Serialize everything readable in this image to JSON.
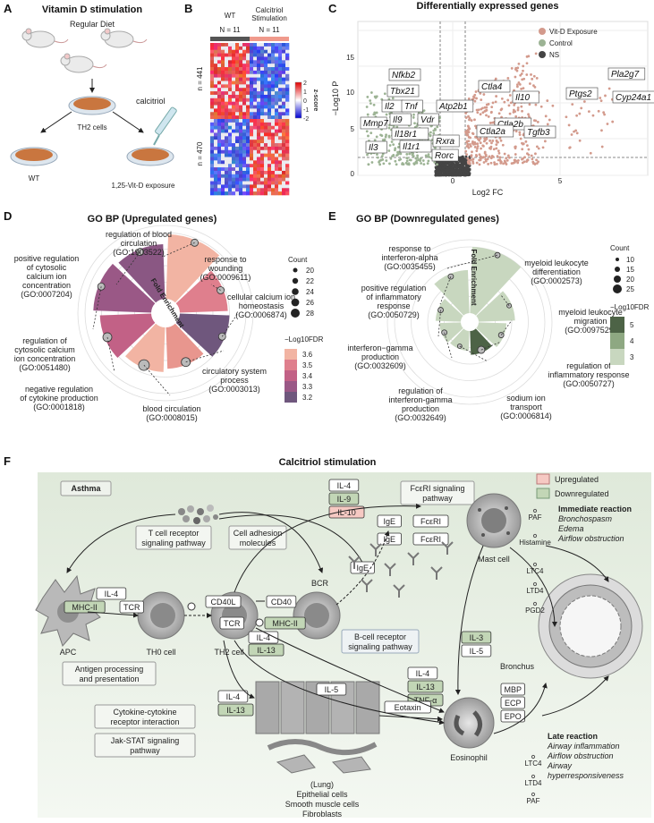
{
  "panel_letters": [
    "A",
    "B",
    "C",
    "D",
    "E",
    "F"
  ],
  "panelA": {
    "title": "Vitamin D stimulation",
    "diet": "Regular Diet",
    "cells": "TH2 cells",
    "calcitriol": "calcitriol",
    "wt": "WT",
    "exposure": "1,25-Vit-D exposure"
  },
  "panelB": {
    "col_wt": "WT",
    "col_stim_1": "Calcitriol",
    "col_stim_2": "Stimulation",
    "n_wt": "N = 11",
    "n_stim": "N = 11",
    "rows_top": "n = 441",
    "rows_bottom": "n = 470",
    "scale_label": "z-score",
    "scale_ticks": [
      "2",
      "1",
      "0",
      "-1",
      "-2"
    ]
  },
  "panelC": {
    "title": "Differentially expressed genes",
    "xlabel": "Log2 FC",
    "ylabel": "−Log10 P",
    "legend": [
      {
        "label": "Vit-D Exposure",
        "color": "#d39a8c"
      },
      {
        "label": "Control",
        "color": "#9cb394"
      },
      {
        "label": "NS",
        "color": "#444444"
      }
    ],
    "xticks": [
      "0",
      "5"
    ],
    "yticks": [
      "0",
      "5",
      "10",
      "15"
    ],
    "genes": [
      "Nfkb2",
      "Tbx21",
      "Il2",
      "Tnf",
      "Atp2b1",
      "Mmp7",
      "Il9",
      "Vdr",
      "Il18r1",
      "Il3",
      "Il1r1",
      "Rxra",
      "Rorc",
      "Ctla4",
      "Il10",
      "Ctla2b",
      "Ctla2a",
      "Tgfb3",
      "Ptgs2",
      "Pla2g7",
      "Cyp24a1"
    ]
  },
  "panelD": {
    "title": "GO BP (Upregulated genes)",
    "axis_label": "Fold Enrichment",
    "axis_ticks": [
      "1",
      "2",
      "3",
      "4"
    ],
    "count_title": "Count",
    "count_values": [
      "20",
      "22",
      "24",
      "26",
      "28"
    ],
    "fdr_title": "−Log10FDR",
    "fdr_values": [
      "3.6",
      "3.5",
      "3.4",
      "3.3",
      "3.2"
    ],
    "fdr_colors": [
      "#f2b4a3",
      "#df7f8d",
      "#c26186",
      "#9a5886",
      "#6f577d"
    ],
    "terms": [
      {
        "l1": "regulation of blood",
        "l2": "circulation",
        "l3": "(GO:1903522)"
      },
      {
        "l1": "response to",
        "l2": "wounding",
        "l3": "(GO:0009611)"
      },
      {
        "l1": "cellular calcium ion",
        "l2": "homeostasis",
        "l3": "(GO:0006874)"
      },
      {
        "l1": "circulatory system",
        "l2": "process",
        "l3": "(GO:0003013)"
      },
      {
        "l1": "blood circulation",
        "l2": "(GO:0008015)",
        "l3": ""
      },
      {
        "l1": "negative regulation",
        "l2": "of cytokine production",
        "l3": "(GO:0001818)"
      },
      {
        "l1": "regulation of",
        "l2": "cytosolic calcium",
        "l3": "ion concentration",
        "l4": "(GO:0051480)"
      },
      {
        "l1": "positive regulation",
        "l2": "of cytosolic",
        "l3": "calcium ion",
        "l4": "concentration",
        "l5": "(GO:0007204)"
      }
    ]
  },
  "panelE": {
    "title": "GO BP (Downregulated genes)",
    "axis_label": "Fold Enrichment",
    "axis_ticks": [
      "2",
      "4",
      "6",
      "8",
      "10"
    ],
    "count_title": "Count",
    "count_values": [
      "10",
      "15",
      "20",
      "25"
    ],
    "fdr_title": "−Log10FDR",
    "fdr_values": [
      "5",
      "4",
      "3"
    ],
    "fdr_colors": [
      "#4d6346",
      "#8ea882",
      "#c8d7bf"
    ],
    "terms": [
      {
        "l1": "response to",
        "l2": "interferon-alpha",
        "l3": "(GO:0035455)"
      },
      {
        "l1": "myeloid leukocyte",
        "l2": "differentiation",
        "l3": "(GO:0002573)"
      },
      {
        "l1": "myeloid leukocyte",
        "l2": "migration",
        "l3": "(GO:0097529)"
      },
      {
        "l1": "regulation of",
        "l2": "inflammatory response",
        "l3": "(GO:0050727)"
      },
      {
        "l1": "sodium ion",
        "l2": "transport",
        "l3": "(GO:0006814)"
      },
      {
        "l1": "regulation of",
        "l2": "interferon-gamma",
        "l3": "production",
        "l4": "(GO:0032649)"
      },
      {
        "l1": "interferon−gamma",
        "l2": "production",
        "l3": "(GO:0032609)"
      },
      {
        "l1": "positive regulation",
        "l2": "of inflammatory",
        "l3": "response",
        "l4": "(GO:0050729)"
      }
    ]
  },
  "panelF": {
    "title": "Calcitriol stimulation",
    "asthma": "Asthma",
    "legend_up": "Upregulated",
    "legend_down": "Downregulated",
    "tcr_pathway_1": "T cell receptor",
    "tcr_pathway_2": "signaling pathway",
    "adhesion_1": "Cell adhesion",
    "adhesion_2": "molecules",
    "fceri_1": "FcεRI signaling",
    "fceri_2": "pathway",
    "bcr_1": "B-cell receptor",
    "bcr_2": "signaling pathway",
    "antigen_1": "Antigen processing",
    "antigen_2": "and  presentation",
    "cytokine_1": "Cytokine-cytokine",
    "cytokine_2": "receptor interaction",
    "jak_1": "Jak-STAT signaling",
    "jak_2": "pathway",
    "il4": "IL-4",
    "il9": "IL-9",
    "il10": "IL-10",
    "il13": "IL-13",
    "il3": "IL-3",
    "il5": "IL-5",
    "tnfa": "TNF-α",
    "mhc": "MHC-II",
    "tcr": "TCR",
    "cd40l": "CD40L",
    "cd40": "CD40",
    "ige": "IgE",
    "fceri": "FcεRI",
    "bcr": "BCR",
    "mbp": "MBP",
    "ecp": "ECP",
    "epo": "EPO",
    "eotaxin": "Eotaxin",
    "apc": "APC",
    "th0": "TH0 cell",
    "th2": "TH2 cell",
    "mast": "Mast cell",
    "bronchus": "Bronchus",
    "eosinophil": "Eosinophil",
    "paf": "PAF",
    "histamine": "Histamine",
    "ltc4": "LTC4",
    "ltd4": "LTD4",
    "pgd2": "PGD2",
    "immediate_title": "Immediate reaction",
    "immediate_items": [
      "Bronchospasm",
      "Edema",
      "Airflow obstruction"
    ],
    "late_title": "Late reaction",
    "late_items": [
      "Airway inflammation",
      "Airflow obstruction",
      "Airway",
      "hyperresponsiveness"
    ],
    "lung_1": "(Lung)",
    "lung_2": "Epithelial cells",
    "lung_3": "Smooth muscle cells",
    "lung_4": "Fibroblasts",
    "colors": {
      "up": "#f6c9c3",
      "down": "#c2d6b6",
      "bg": "#e6eee2"
    }
  }
}
